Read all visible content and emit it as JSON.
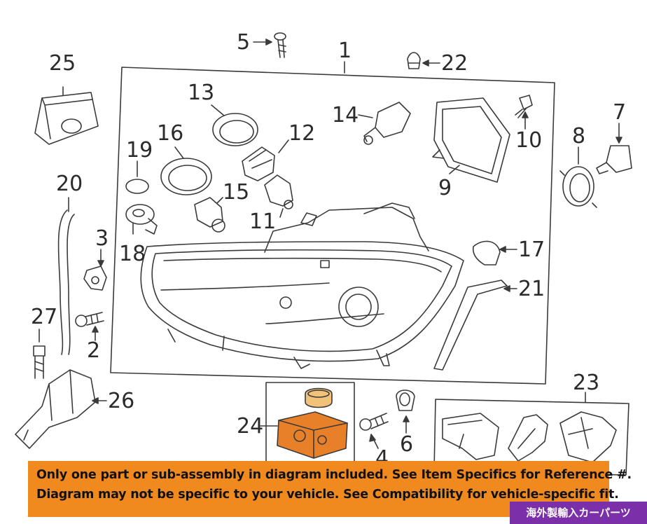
{
  "diagram": {
    "callouts": [
      {
        "id": "c1",
        "text": "1"
      },
      {
        "id": "c2",
        "text": "2"
      },
      {
        "id": "c3",
        "text": "3"
      },
      {
        "id": "c4",
        "text": "4"
      },
      {
        "id": "c5",
        "text": "5"
      },
      {
        "id": "c6",
        "text": "6"
      },
      {
        "id": "c7",
        "text": "7"
      },
      {
        "id": "c8",
        "text": "8"
      },
      {
        "id": "c9",
        "text": "9"
      },
      {
        "id": "c10",
        "text": "10"
      },
      {
        "id": "c11",
        "text": "11"
      },
      {
        "id": "c12",
        "text": "12"
      },
      {
        "id": "c13",
        "text": "13"
      },
      {
        "id": "c14",
        "text": "14"
      },
      {
        "id": "c15",
        "text": "15"
      },
      {
        "id": "c16",
        "text": "16"
      },
      {
        "id": "c17",
        "text": "17"
      },
      {
        "id": "c18",
        "text": "18"
      },
      {
        "id": "c19",
        "text": "19"
      },
      {
        "id": "c20",
        "text": "20"
      },
      {
        "id": "c21",
        "text": "21"
      },
      {
        "id": "c22",
        "text": "22"
      },
      {
        "id": "c23",
        "text": "23"
      },
      {
        "id": "c24",
        "text": "24"
      },
      {
        "id": "c25",
        "text": "25"
      },
      {
        "id": "c26",
        "text": "26"
      },
      {
        "id": "c27",
        "text": "27"
      }
    ],
    "highlight_color": "#e8802a",
    "line_color": "#3a3a3a"
  },
  "banner": {
    "line1": "Only one part or sub-assembly in diagram included. See Item Specifics for Reference #.",
    "line2": "Diagram may not be specific to your vehicle. See Compatibility for vehicle-specific fit.",
    "color": "#f0891e"
  },
  "watermark": {
    "text": "海外製輸入カーパーツ",
    "color": "#7b2fa8"
  }
}
